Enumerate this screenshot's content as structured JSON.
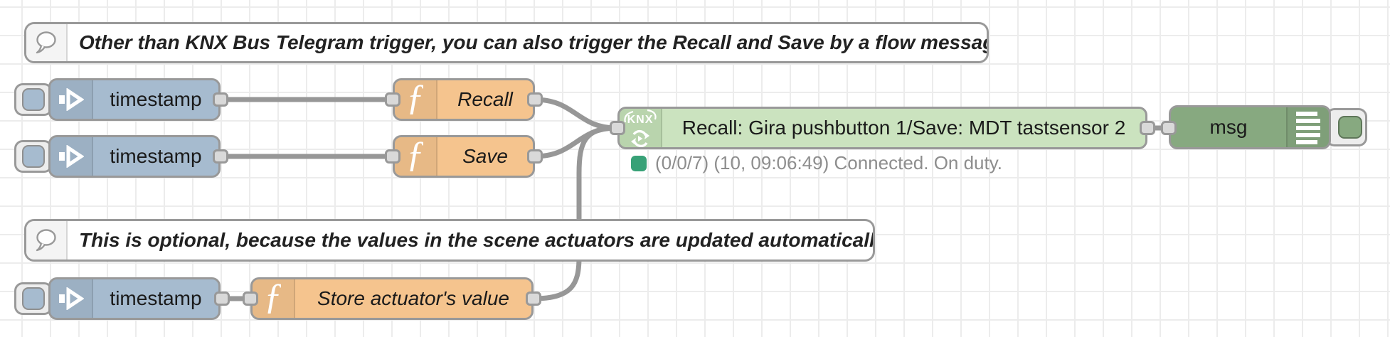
{
  "comments": {
    "top": {
      "text": "Other than KNX Bus Telegram trigger, you can also trigger the Recall and Save by a flow message."
    },
    "bottom": {
      "text": "This is optional, because the values in the scene actuators are updated automatically."
    }
  },
  "nodes": {
    "inject_recall": {
      "label": "timestamp"
    },
    "inject_save": {
      "label": "timestamp"
    },
    "inject_store": {
      "label": "timestamp"
    },
    "function_recall": {
      "label": "Recall"
    },
    "function_save": {
      "label": "Save"
    },
    "function_store": {
      "label": "Store actuator's value"
    },
    "knx": {
      "label": "Recall: Gira pushbutton 1/Save: MDT tastsensor 2",
      "status": "(0/0/7) (10, 09:06:49) Connected. On duty."
    },
    "debug": {
      "label": "msg"
    }
  },
  "colors": {
    "canvas": "#ffffff",
    "grid": "#ececec",
    "border": "#999999",
    "wire": "#979797",
    "port": "#d9d9d9",
    "inject": "#a6bbcf",
    "function": "#f5c48e",
    "knx": "#cbe3bf",
    "debug": "#87a980",
    "status_dot": "#38a177",
    "status_text": "#8d8d8d",
    "text": "#1a1a1a"
  }
}
